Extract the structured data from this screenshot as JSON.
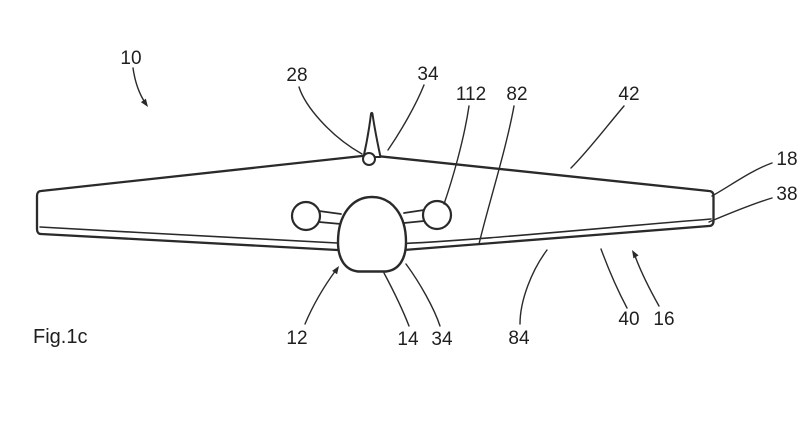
{
  "figure": {
    "caption": "Fig.1c"
  },
  "reference_numerals": [
    {
      "text": "10"
    },
    {
      "text": "28"
    },
    {
      "text": "34"
    },
    {
      "text": "112"
    },
    {
      "text": "82"
    },
    {
      "text": "42"
    },
    {
      "text": "18"
    },
    {
      "text": "38"
    },
    {
      "text": "12"
    },
    {
      "text": "14"
    },
    {
      "text": "34"
    },
    {
      "text": "84"
    },
    {
      "text": "40"
    },
    {
      "text": "16"
    }
  ],
  "colors": {
    "ink": "#2a2a2a",
    "background": "#ffffff"
  }
}
